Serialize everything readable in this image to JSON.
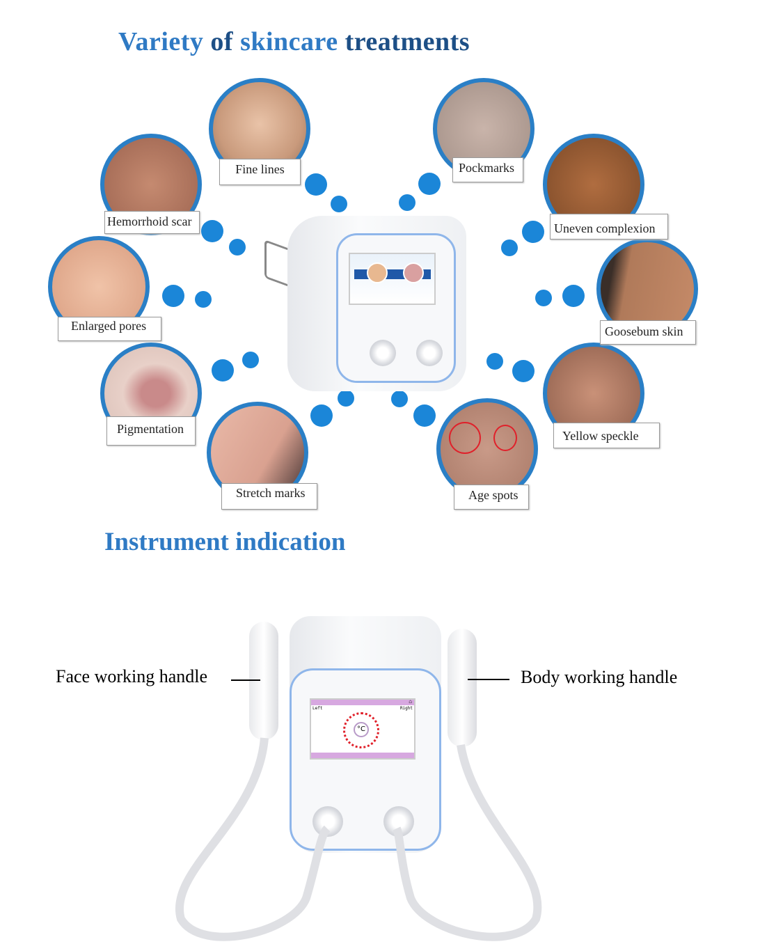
{
  "titles": {
    "treatments_a": "Variety",
    "treatments_b": "of",
    "treatments_c": "skincare",
    "treatments_d": "treatments",
    "indication": "Instrument indication"
  },
  "treatments": [
    "Fine lines",
    "Hemorrhoid scar",
    "Enlarged pores",
    "Pigmentation",
    "Stretch marks",
    "Pockmarks",
    "Uneven complexion",
    "Goosebum skin",
    "Yellow speckle",
    "Age spots"
  ],
  "handles": {
    "face": "Face working handle",
    "body": "Body working handle"
  },
  "screen": {
    "left": "Left",
    "right": "Right",
    "unit": "°C"
  },
  "colors": {
    "accent": "#2f7ac4",
    "ring": "#2a7fc6",
    "dot": "#1b86d8"
  }
}
